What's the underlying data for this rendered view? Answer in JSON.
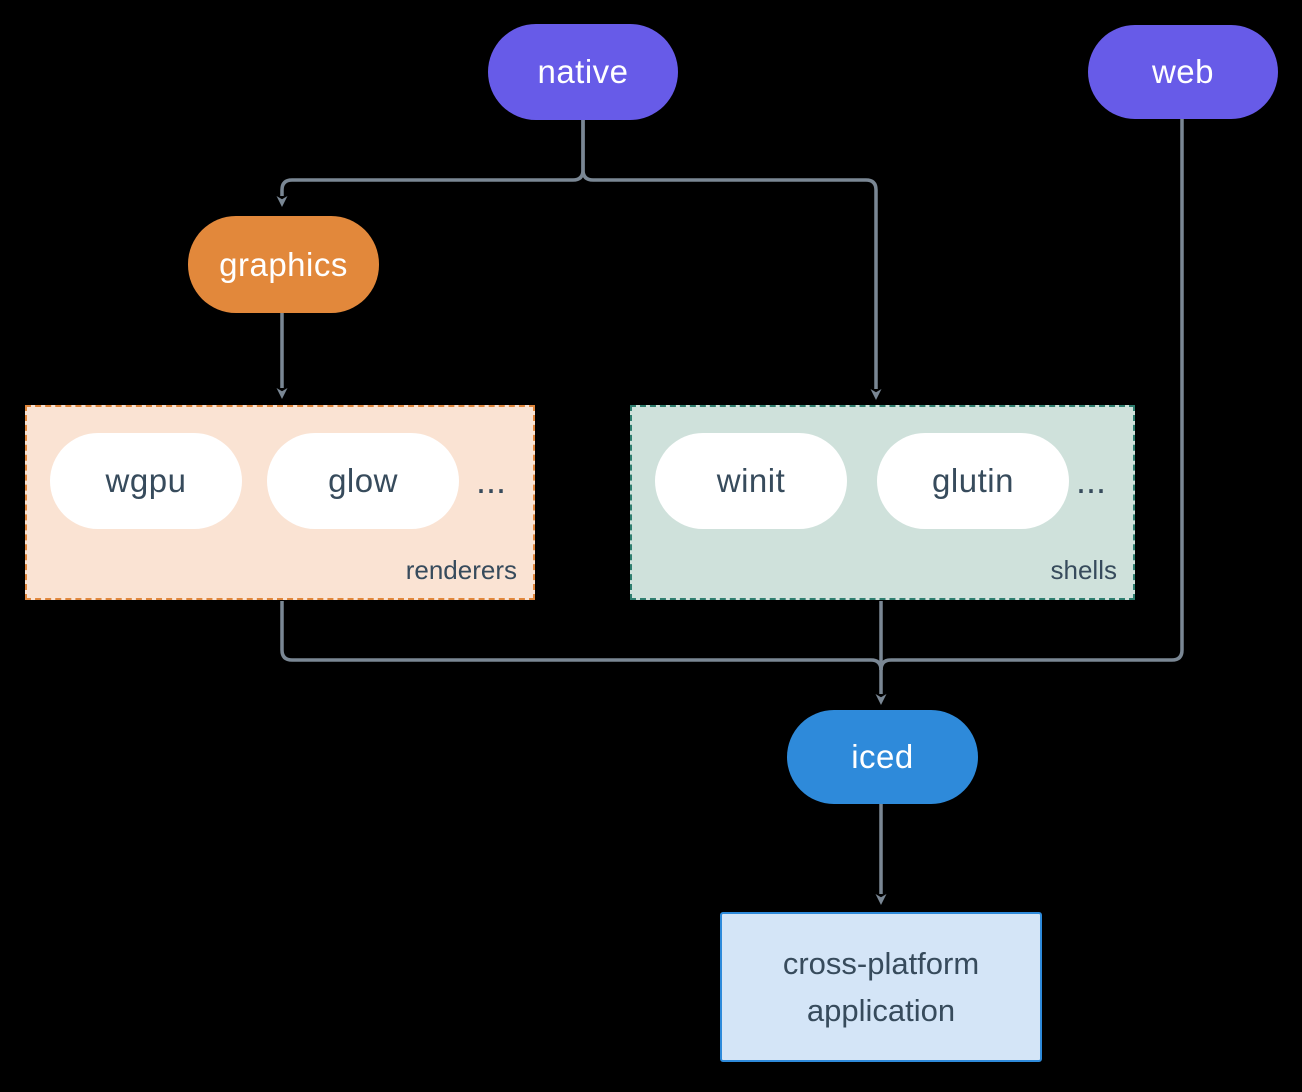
{
  "diagram": {
    "nodes": {
      "native": {
        "label": "native"
      },
      "web": {
        "label": "web"
      },
      "graphics": {
        "label": "graphics"
      },
      "iced": {
        "label": "iced"
      },
      "app": {
        "lines": [
          "cross-platform",
          "application"
        ]
      }
    },
    "groups": {
      "renderers": {
        "label": "renderers",
        "items": [
          "wgpu",
          "glow"
        ],
        "more": "..."
      },
      "shells": {
        "label": "shells",
        "items": [
          "winit",
          "glutin"
        ],
        "more": "..."
      }
    },
    "colors": {
      "purple": "#675BE8",
      "orange": "#E2883B",
      "blue": "#2E8ADA",
      "renderers_bg": "#FAE3D3",
      "renderers_border": "#E0873C",
      "shells_bg": "#CFE1DB",
      "shells_border": "#2F7E6F",
      "app_bg": "#D4E5F7",
      "app_border": "#2E8ADA",
      "line": "#7A8794",
      "text_dark": "#374B5C",
      "text_light": "#FFFFFF",
      "background": "#000000"
    }
  }
}
